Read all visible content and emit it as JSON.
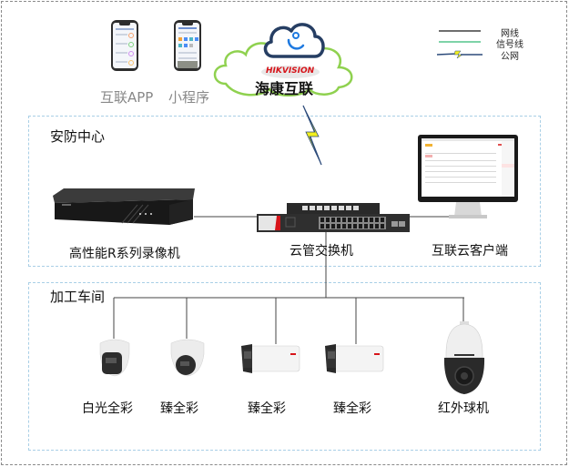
{
  "top": {
    "apps": [
      {
        "label": "互联APP",
        "icon": "phone-app-icon"
      },
      {
        "label": "小程序",
        "icon": "phone-miniprogram-icon"
      }
    ],
    "cloud": {
      "brand": "HIKVISION",
      "name": "海康互联",
      "icon": "cloud-icon"
    }
  },
  "legend": {
    "items": [
      {
        "label": "网线",
        "type": "network-cable",
        "color": "#6e6e6e"
      },
      {
        "label": "信号线",
        "type": "signal-line",
        "color": "#7ed3a8"
      },
      {
        "label": "公网",
        "type": "public-network",
        "color": "#2b4a7a"
      }
    ]
  },
  "zones": {
    "security_center": {
      "title": "安防中心",
      "devices": [
        {
          "label": "高性能R系列录像机",
          "icon": "nvr-icon"
        },
        {
          "label": "云管交换机",
          "icon": "switch-icon"
        },
        {
          "label": "互联云客户端",
          "icon": "monitor-icon"
        }
      ]
    },
    "workshop": {
      "title": "加工车间",
      "devices": [
        {
          "label": "白光全彩",
          "icon": "dome-camera-icon"
        },
        {
          "label": "臻全彩",
          "icon": "dome-camera-icon"
        },
        {
          "label": "臻全彩",
          "icon": "bullet-camera-icon"
        },
        {
          "label": "臻全彩",
          "icon": "bullet-camera-icon"
        },
        {
          "label": "红外球机",
          "icon": "ptz-camera-icon"
        }
      ]
    }
  },
  "colors": {
    "zone_border": "#a9cfe6",
    "outer_border": "#8a8a8a",
    "cloud_outline": "#8fd14f",
    "cloud_icon": "#263e63",
    "brand_red": "#d7141a",
    "bolt_fill": "#f2ef1c",
    "bolt_stroke": "#2b4a7a"
  }
}
